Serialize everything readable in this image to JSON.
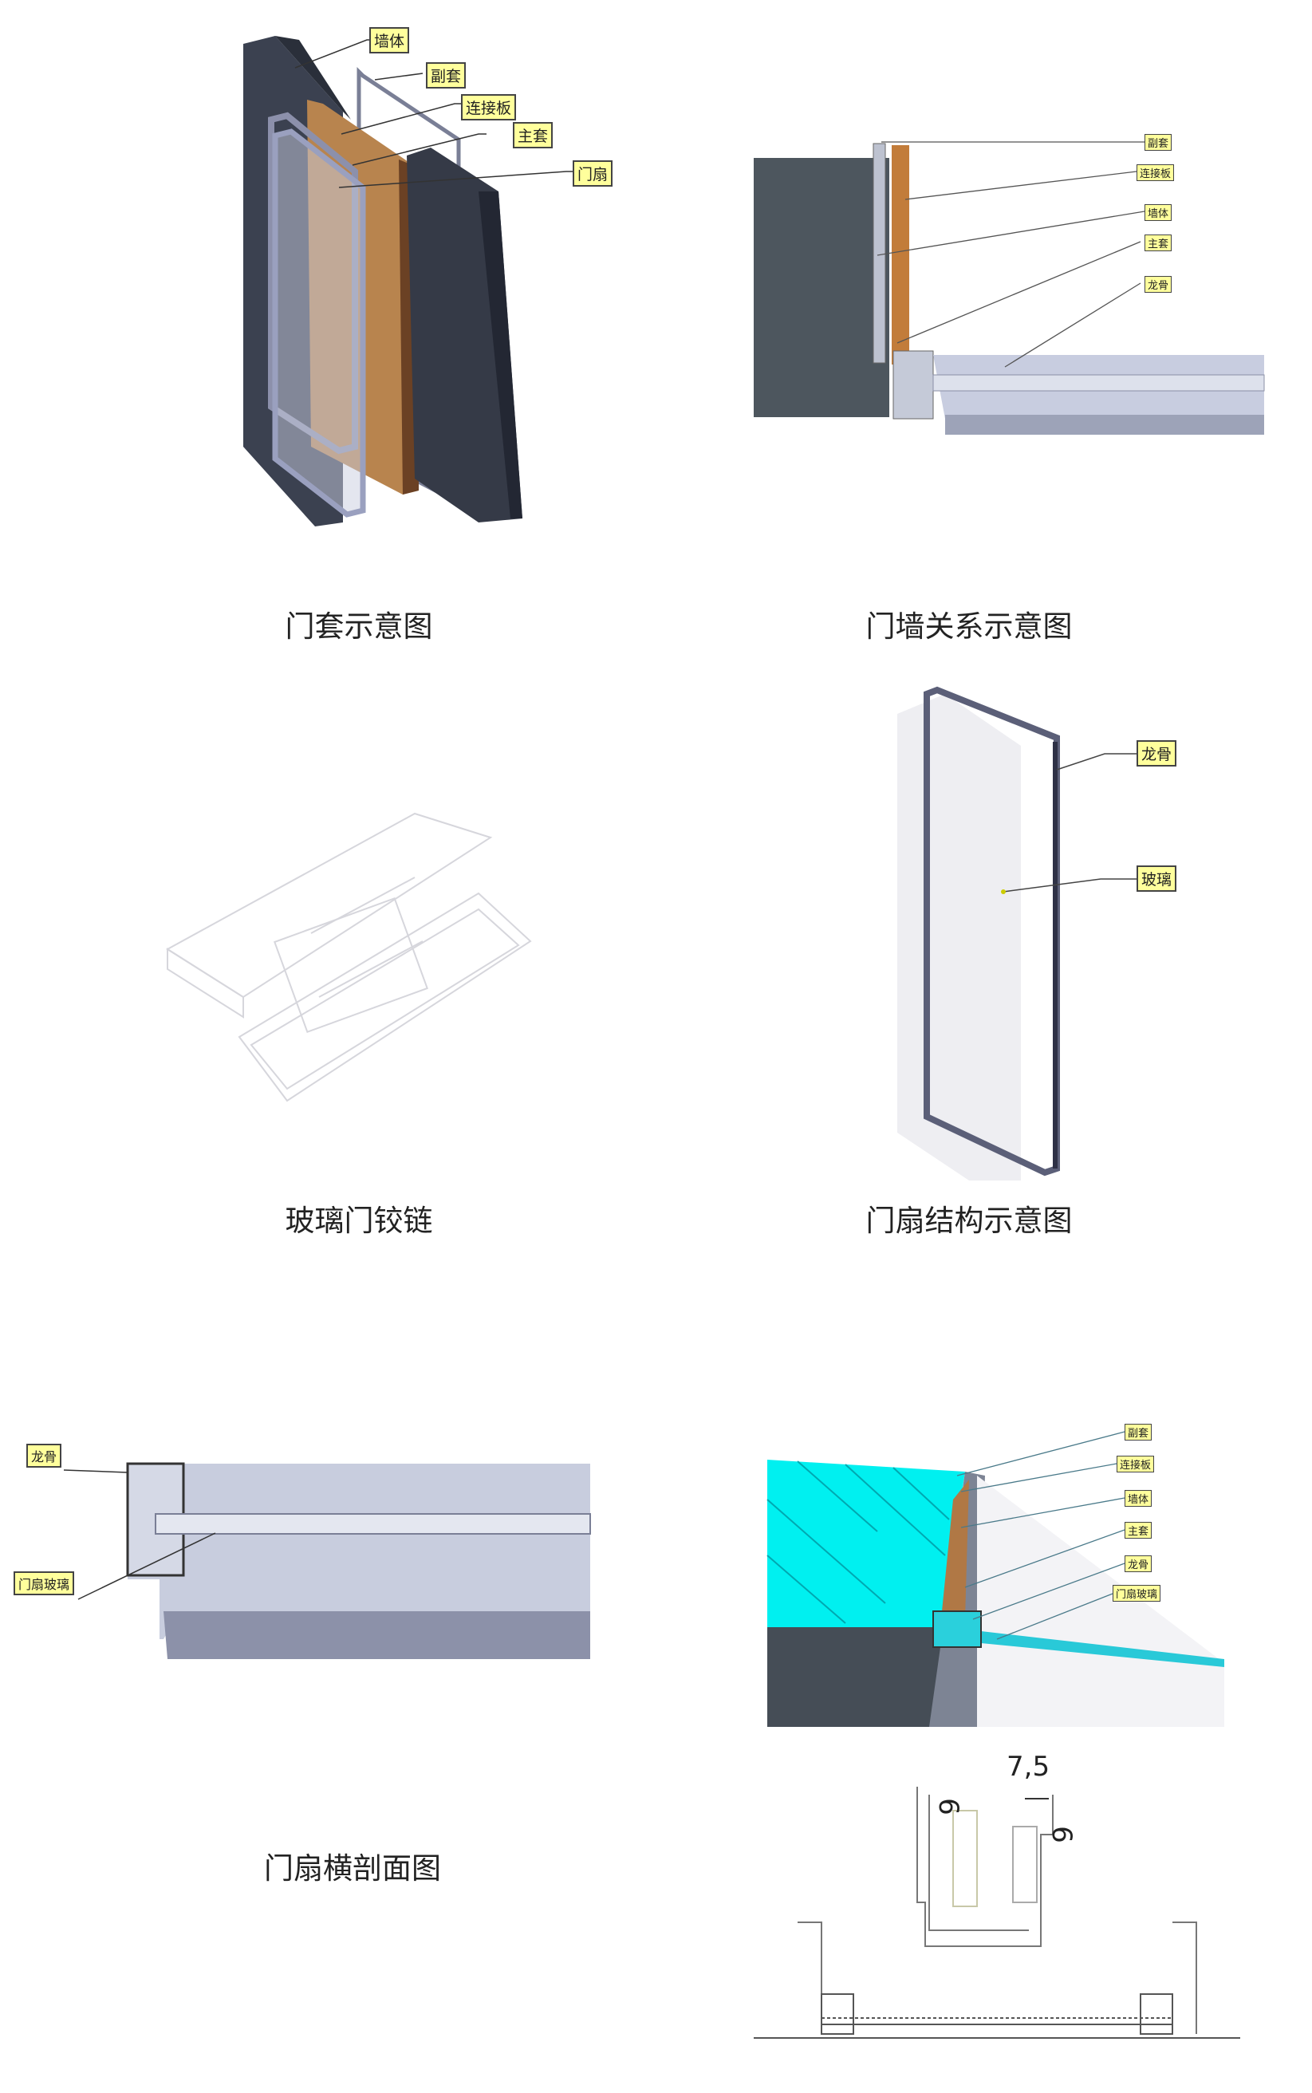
{
  "figures": {
    "door_frame": {
      "caption": "门套示意图",
      "labels": [
        "墙体",
        "副套",
        "连接板",
        "主套",
        "门扇"
      ]
    },
    "door_wall": {
      "caption": "门墙关系示意图",
      "labels": [
        "副套",
        "连接板",
        "墙体",
        "主套",
        "龙骨"
      ]
    },
    "hinge": {
      "caption": "玻璃门铰链"
    },
    "door_leaf": {
      "caption": "门扇结构示意图",
      "labels": [
        "龙骨",
        "玻璃"
      ]
    },
    "leaf_section": {
      "caption": "门扇横剖面图",
      "labels": [
        "龙骨",
        "门扇玻璃"
      ]
    },
    "section_3d": {
      "labels": [
        "副套",
        "连接板",
        "墙体",
        "主套",
        "龙骨",
        "门扇玻璃"
      ]
    },
    "dimension_drawing": {
      "dims": [
        "7,5",
        "6",
        "6"
      ]
    }
  }
}
